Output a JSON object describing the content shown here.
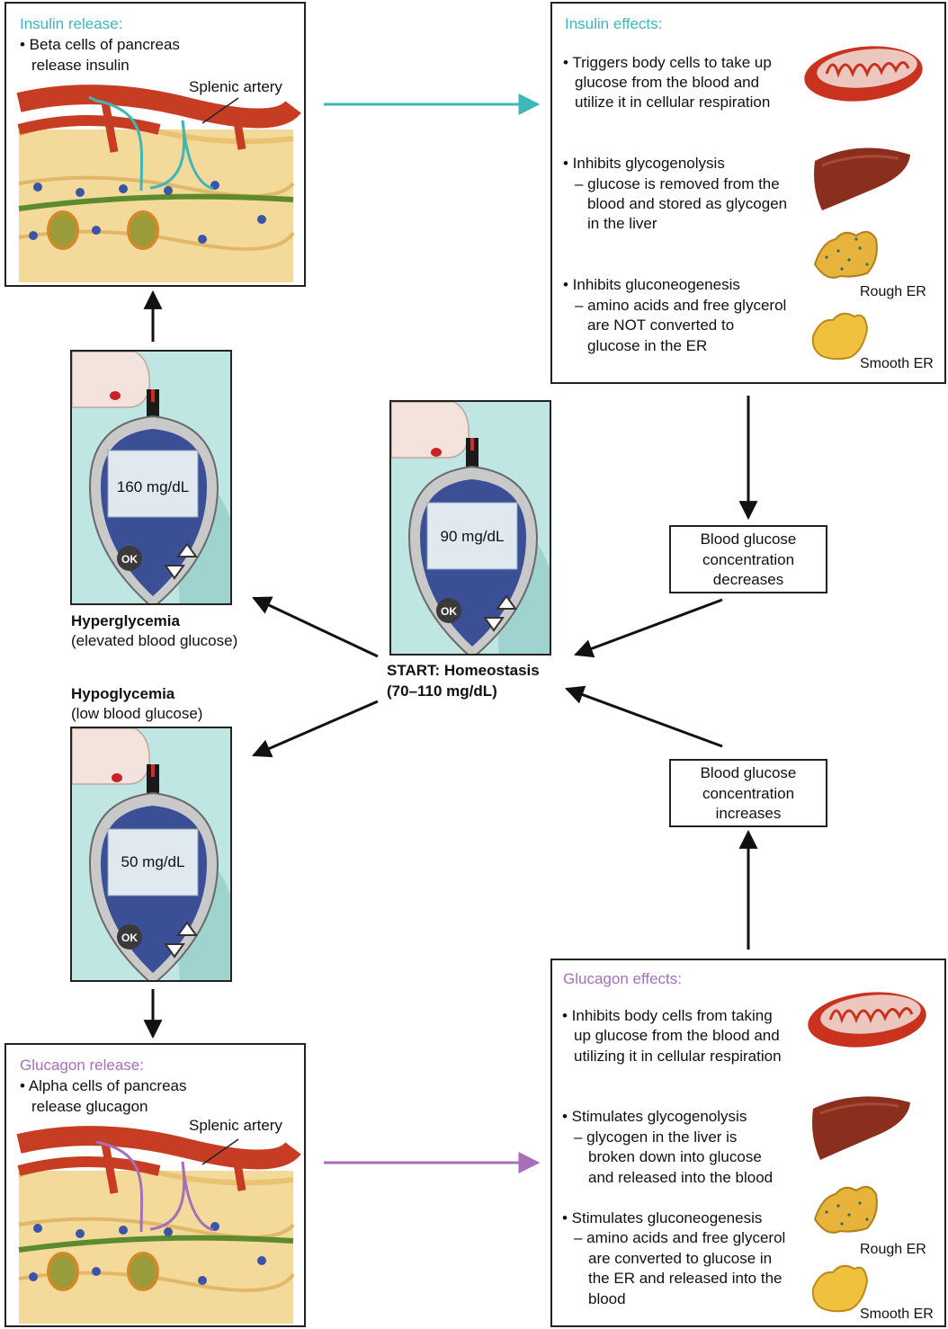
{
  "insulin_release": {
    "title": "Insulin release:",
    "bullet": "• Beta cells of pancreas",
    "bullet_cont": "release insulin",
    "artery_label": "Splenic artery"
  },
  "glucagon_release": {
    "title": "Glucagon release:",
    "bullet": "• Alpha cells of pancreas",
    "bullet_cont": "release glucagon",
    "artery_label": "Splenic artery"
  },
  "insulin_effects": {
    "title": "Insulin effects:",
    "items": [
      {
        "lines": [
          "• Triggers body cells to take up",
          "glucose from the blood and",
          "utilize it in cellular respiration"
        ]
      },
      {
        "lines": [
          "• Inhibits glycogenolysis",
          "– glucose is removed from the",
          "blood and stored as glycogen",
          "in the liver"
        ]
      },
      {
        "lines": [
          "• Inhibits gluconeogenesis",
          "– amino acids and free glycerol",
          "are NOT converted to",
          "glucose in the ER"
        ]
      }
    ],
    "rough_er": "Rough ER",
    "smooth_er": "Smooth ER"
  },
  "glucagon_effects": {
    "title": "Glucagon effects:",
    "items": [
      {
        "lines": [
          "• Inhibits body cells from taking",
          "up glucose from the blood and",
          "utilizing it in cellular respiration"
        ]
      },
      {
        "lines": [
          "• Stimulates glycogenolysis",
          "– glycogen in the liver is",
          "broken down into glucose",
          "and released into the blood"
        ]
      },
      {
        "lines": [
          "• Stimulates gluconeogenesis",
          "– amino acids and free glycerol",
          "are converted to glucose in",
          "the ER and released into the",
          "blood"
        ]
      }
    ],
    "rough_er": "Rough ER",
    "smooth_er": "Smooth ER"
  },
  "meters": {
    "high": {
      "reading": "160 mg/dL",
      "ok": "OK"
    },
    "center": {
      "reading": "90 mg/dL",
      "ok": "OK"
    },
    "low": {
      "reading": "50 mg/dL",
      "ok": "OK"
    }
  },
  "hyperglycemia": {
    "title": "Hyperglycemia",
    "subtitle": "(elevated blood glucose)"
  },
  "hypoglycemia": {
    "title": "Hypoglycemia",
    "subtitle": "(low blood glucose)"
  },
  "start": {
    "line1": "START: Homeostasis",
    "line2": "(70–110 mg/dL)"
  },
  "decreases": {
    "line1": "Blood glucose",
    "line2": "concentration",
    "line3": "decreases"
  },
  "increases": {
    "line1": "Blood glucose",
    "line2": "concentration",
    "line3": "increases"
  },
  "colors": {
    "insulin": "#3fb6b8",
    "glucagon": "#a56fba",
    "meter_bg": "#bfe6e3",
    "artery": "#c63d24",
    "pancreas": "#f3d99a",
    "liver": "#8a2e1e"
  }
}
